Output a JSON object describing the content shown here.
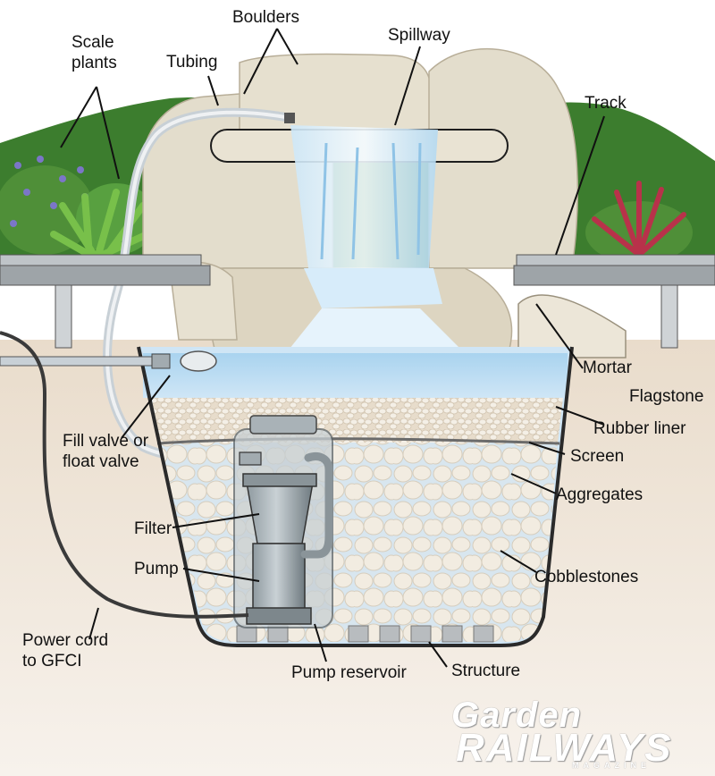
{
  "labels": {
    "boulders": "Boulders",
    "spillway": "Spillway",
    "scale_plants": "Scale plants",
    "tubing": "Tubing",
    "track": "Track",
    "mortar": "Mortar",
    "flagstone": "Flagstone",
    "rubber_liner": "Rubber liner",
    "fill_valve": "Fill valve or float valve",
    "screen": "Screen",
    "aggregates": "Aggregates",
    "filter": "Filter",
    "pump": "Pump",
    "cobblestones": "Cobblestones",
    "power_cord": "Power cord to GFCI",
    "pump_reservoir": "Pump reservoir",
    "structure": "Structure"
  },
  "logo": {
    "line1": "Garden",
    "line2": "RAILWAYS",
    "line3": "MAGAZINE"
  },
  "colors": {
    "water": "#b9dcf2",
    "soil": "#e8dccd",
    "rock": "#e3ddcc",
    "hill": "#3c7d2e",
    "cobble": "#f1ebe0"
  }
}
